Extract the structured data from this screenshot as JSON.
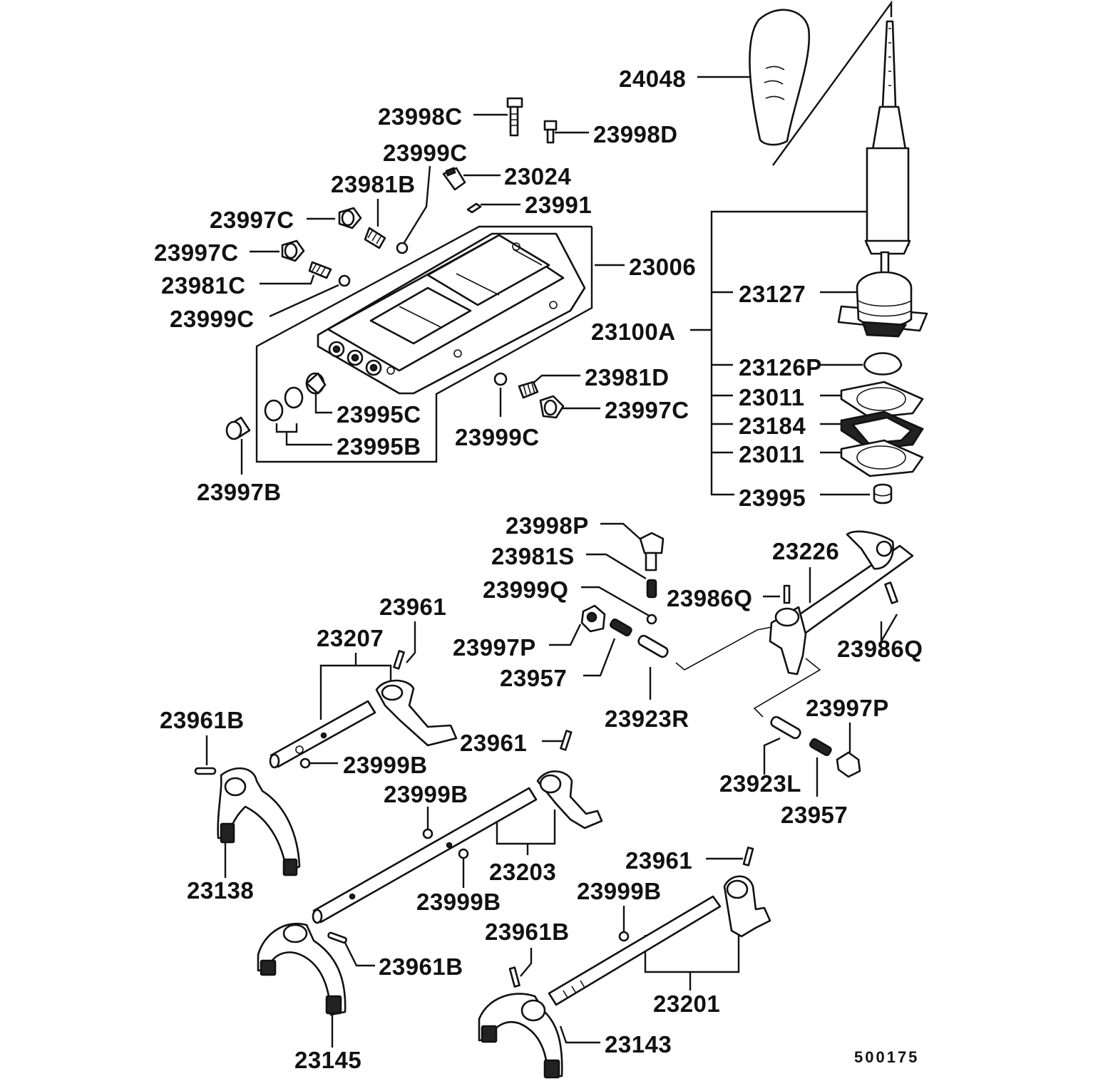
{
  "diagram": {
    "drawing_code": "500175",
    "parts": [
      {
        "key": "p24048",
        "label": "24048"
      },
      {
        "key": "p23998C",
        "label": "23998C"
      },
      {
        "key": "p23998D",
        "label": "23998D"
      },
      {
        "key": "p23999C_top",
        "label": "23999C"
      },
      {
        "key": "p23024",
        "label": "23024"
      },
      {
        "key": "p23981B",
        "label": "23981B"
      },
      {
        "key": "p23991",
        "label": "23991"
      },
      {
        "key": "p23997C_a",
        "label": "23997C"
      },
      {
        "key": "p23997C_b",
        "label": "23997C"
      },
      {
        "key": "p23006",
        "label": "23006"
      },
      {
        "key": "p23981C",
        "label": "23981C"
      },
      {
        "key": "p23999C_left",
        "label": "23999C"
      },
      {
        "key": "p23127",
        "label": "23127"
      },
      {
        "key": "p23100A",
        "label": "23100A"
      },
      {
        "key": "p23981D",
        "label": "23981D"
      },
      {
        "key": "p23126P",
        "label": "23126P"
      },
      {
        "key": "p23011_a",
        "label": "23011"
      },
      {
        "key": "p23995C",
        "label": "23995C"
      },
      {
        "key": "p23997C_c",
        "label": "23997C"
      },
      {
        "key": "p23184",
        "label": "23184"
      },
      {
        "key": "p23999C_mid",
        "label": "23999C"
      },
      {
        "key": "p23995B",
        "label": "23995B"
      },
      {
        "key": "p23011_b",
        "label": "23011"
      },
      {
        "key": "p23997B",
        "label": "23997B"
      },
      {
        "key": "p23995",
        "label": "23995"
      },
      {
        "key": "p23998P",
        "label": "23998P"
      },
      {
        "key": "p23226",
        "label": "23226"
      },
      {
        "key": "p23981S",
        "label": "23981S"
      },
      {
        "key": "p23999Q",
        "label": "23999Q"
      },
      {
        "key": "p23986Q_a",
        "label": "23986Q"
      },
      {
        "key": "p23961_a",
        "label": "23961"
      },
      {
        "key": "p23207",
        "label": "23207"
      },
      {
        "key": "p23997P_a",
        "label": "23997P"
      },
      {
        "key": "p23986Q_b",
        "label": "23986Q"
      },
      {
        "key": "p23957_a",
        "label": "23957"
      },
      {
        "key": "p23997P_b",
        "label": "23997P"
      },
      {
        "key": "p23961B_a",
        "label": "23961B"
      },
      {
        "key": "p23923R",
        "label": "23923R"
      },
      {
        "key": "p23961_b",
        "label": "23961"
      },
      {
        "key": "p23999B_a",
        "label": "23999B"
      },
      {
        "key": "p23923L",
        "label": "23923L"
      },
      {
        "key": "p23999B_b",
        "label": "23999B"
      },
      {
        "key": "p23957_b",
        "label": "23957"
      },
      {
        "key": "p23203",
        "label": "23203"
      },
      {
        "key": "p23961_c",
        "label": "23961"
      },
      {
        "key": "p23138",
        "label": "23138"
      },
      {
        "key": "p23999B_c",
        "label": "23999B"
      },
      {
        "key": "p23999B_d",
        "label": "23999B"
      },
      {
        "key": "p23961B_b",
        "label": "23961B"
      },
      {
        "key": "p23961B_c",
        "label": "23961B"
      },
      {
        "key": "p23201",
        "label": "23201"
      },
      {
        "key": "p23145",
        "label": "23145"
      },
      {
        "key": "p23143",
        "label": "23143"
      }
    ]
  }
}
